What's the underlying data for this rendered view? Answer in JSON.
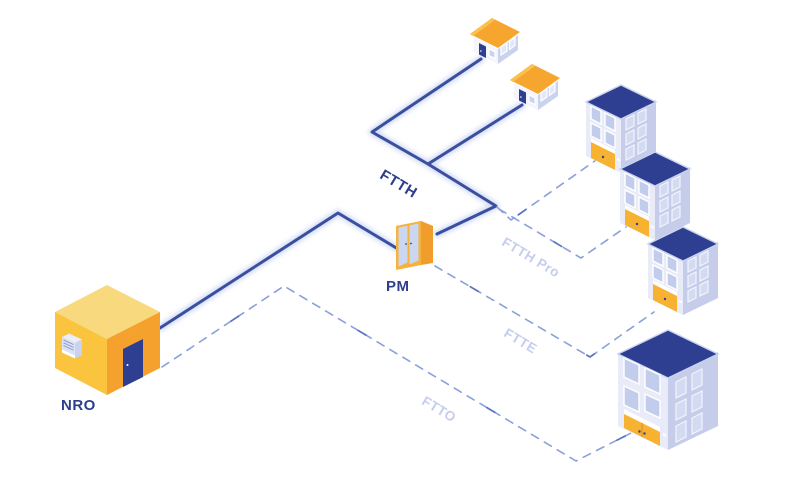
{
  "diagram": {
    "labels": {
      "nro": "NRO",
      "pm": "PM",
      "ftth": "FTTH",
      "ftth_pro": "FTTH Pro",
      "ftte": "FTTE",
      "ftto": "FTTO"
    },
    "nodes": [
      {
        "id": "nro",
        "label": "NRO",
        "type": "central-office-building"
      },
      {
        "id": "pm",
        "label": "PM",
        "type": "street-cabinet"
      },
      {
        "id": "house-1",
        "label": "",
        "type": "house"
      },
      {
        "id": "house-2",
        "label": "",
        "type": "house"
      },
      {
        "id": "ftth-pro-building-1",
        "label": "",
        "type": "office-building"
      },
      {
        "id": "ftth-pro-building-2",
        "label": "",
        "type": "office-building"
      },
      {
        "id": "ftte-building",
        "label": "",
        "type": "office-building"
      },
      {
        "id": "ftto-building",
        "label": "",
        "type": "large-office-building"
      }
    ],
    "links": [
      {
        "from": "nro",
        "to": "pm",
        "style": "solid",
        "label": ""
      },
      {
        "from": "pm",
        "to": "house-1",
        "style": "solid",
        "label": "FTTH"
      },
      {
        "from": "pm",
        "to": "house-2",
        "style": "solid",
        "label": "FTTH"
      },
      {
        "from": "pm",
        "to": "ftth-pro-building-1",
        "style": "dashed",
        "label": "FTTH Pro"
      },
      {
        "from": "pm",
        "to": "ftth-pro-building-2",
        "style": "dashed",
        "label": "FTTH Pro"
      },
      {
        "from": "pm",
        "to": "ftte-building",
        "style": "dashed",
        "label": "FTTE"
      },
      {
        "from": "nro",
        "to": "ftto-building",
        "style": "dashed",
        "label": "FTTO"
      }
    ],
    "colors": {
      "solid_link": "#3A4FA0",
      "solid_link_glow": "#C2CFF0",
      "dashed_link": "#89A0DB",
      "dashed_link_dark": "#5B73C4",
      "primary_label": "#2D3E8F",
      "secondary_label": "#C5CDEF",
      "roof_navy": "#2E3F92",
      "wall_light": "#E9ECF8",
      "wall_shade": "#C5CDEA",
      "accent_yellow": "#F8B231",
      "nro_top": "#F8D97D",
      "nro_left": "#FAC43E",
      "nro_right": "#F5A12D",
      "house_roof": "#F6A62E",
      "house_roof_light": "#FBC14F"
    }
  }
}
